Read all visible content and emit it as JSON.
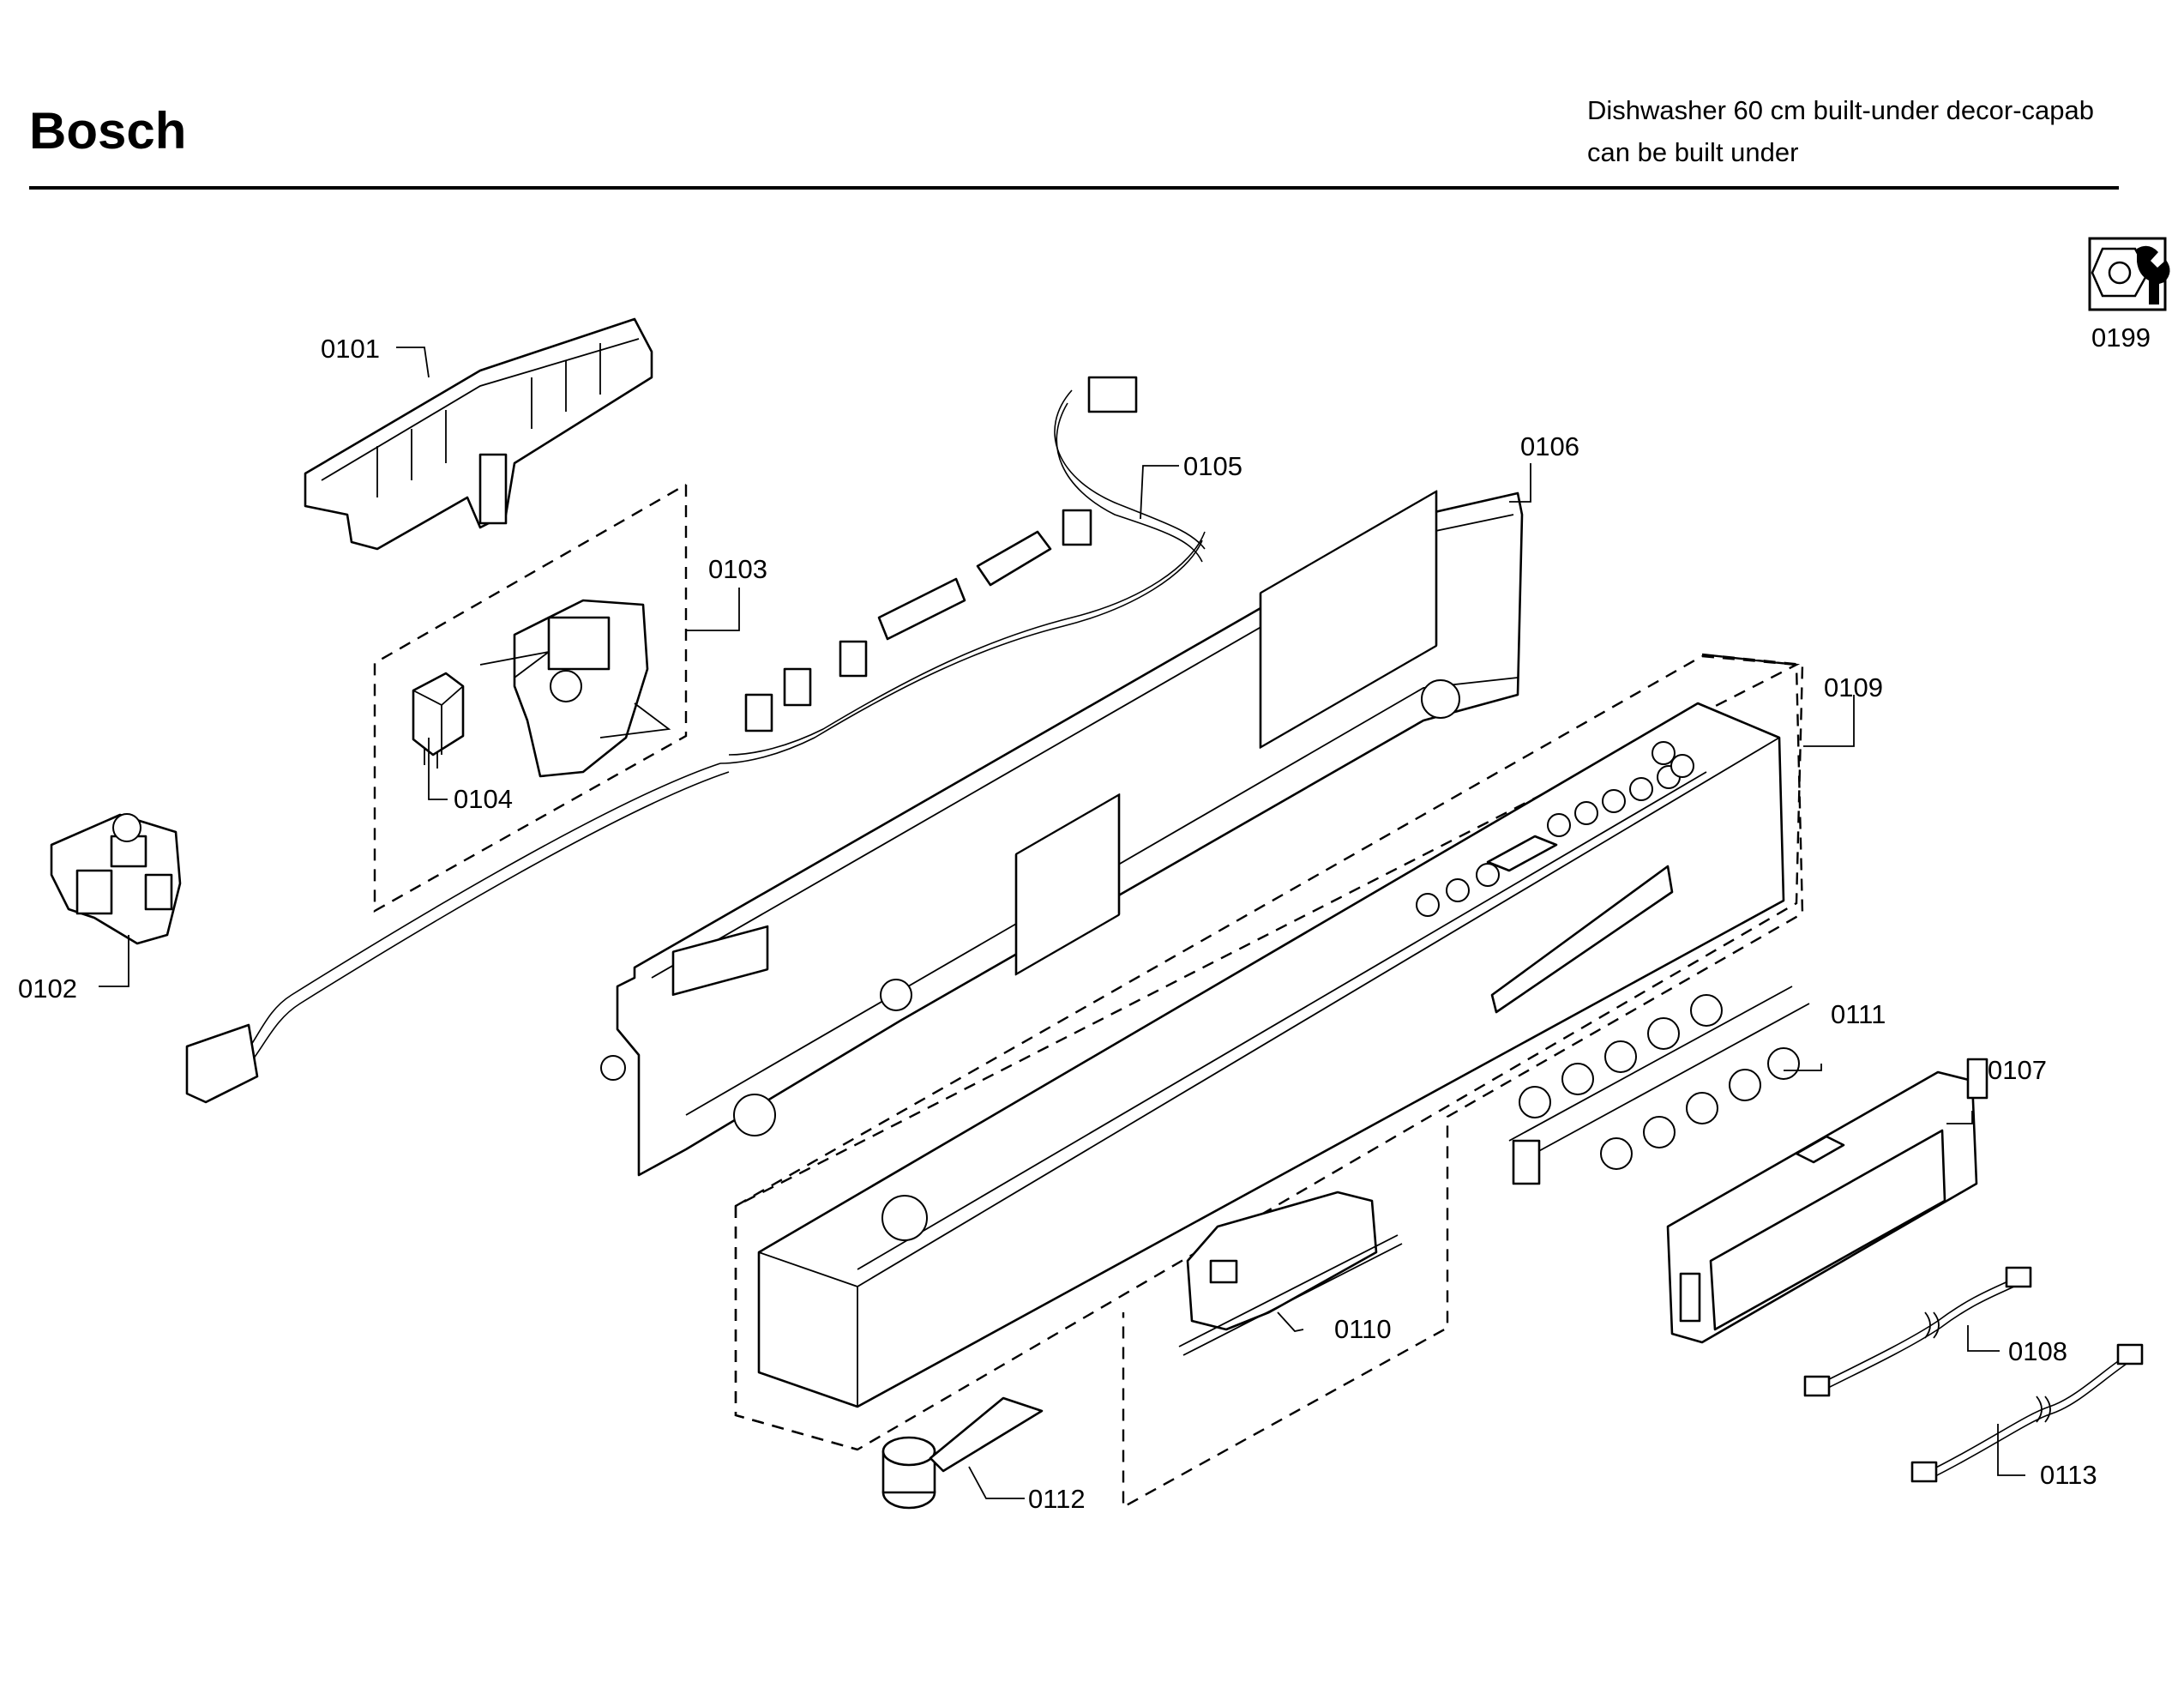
{
  "header": {
    "brand": "Bosch",
    "line1": "Dishwasher 60 cm built-under decor-capab",
    "line2": "can be built under"
  },
  "parts": [
    {
      "id": "0101"
    },
    {
      "id": "0102"
    },
    {
      "id": "0103"
    },
    {
      "id": "0104"
    },
    {
      "id": "0105"
    },
    {
      "id": "0106"
    },
    {
      "id": "0107"
    },
    {
      "id": "0108"
    },
    {
      "id": "0109"
    },
    {
      "id": "0110"
    },
    {
      "id": "0111"
    },
    {
      "id": "0112"
    },
    {
      "id": "0113"
    },
    {
      "id": "0199"
    }
  ],
  "icons": {
    "service": "wrench-nut-icon"
  }
}
